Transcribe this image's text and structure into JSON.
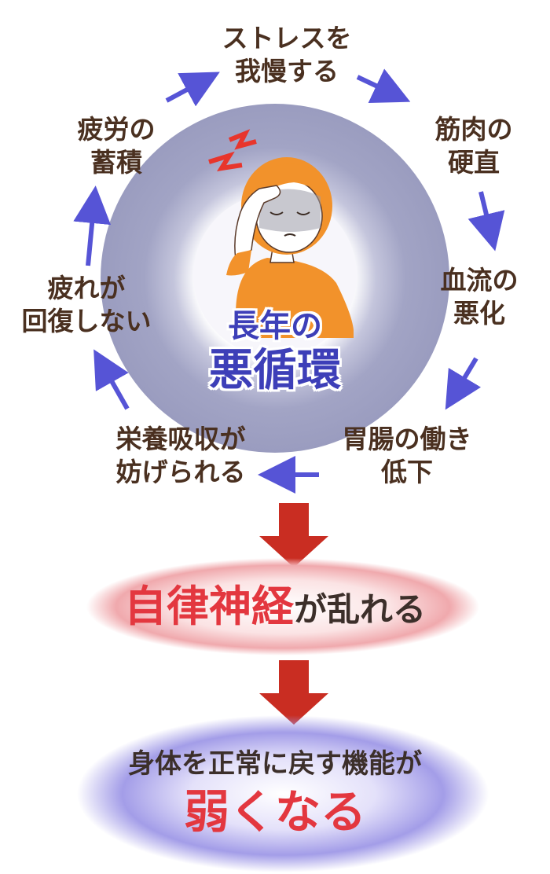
{
  "cycle": {
    "center_line1": "長年の",
    "center_line2": "悪循環",
    "steps": [
      {
        "line1": "ストレスを",
        "line2": "我慢する"
      },
      {
        "line1": "筋肉の",
        "line2": "硬直"
      },
      {
        "line1": "血流の",
        "line2": "悪化"
      },
      {
        "line1": "胃腸の働き",
        "line2": "低下"
      },
      {
        "line1": "栄養吸収が",
        "line2": "妨げられる"
      },
      {
        "line1": "疲れが",
        "line2": "回復しない"
      },
      {
        "line1": "疲労の",
        "line2": "蓄積"
      }
    ]
  },
  "result1": {
    "highlight": "自律神経",
    "rest": "が乱れる"
  },
  "result2": {
    "line1": "身体を正常に戻す機能が",
    "line2": "弱くなる"
  },
  "colors": {
    "ring_outer": "#9a9cbf",
    "ring_inner": "#f7f6fb",
    "cycle_arrow": "#5654d6",
    "down_arrow": "#c92d22",
    "center_title": "#3d3fb8",
    "step_text": "#4a3020",
    "hair": "#f2922b",
    "shirt": "#f2922b",
    "pain_mark": "#e8352c",
    "result_red": "#e3373f",
    "blob_pink": "#f0a9ad",
    "blob_purple": "#9f98e6"
  }
}
